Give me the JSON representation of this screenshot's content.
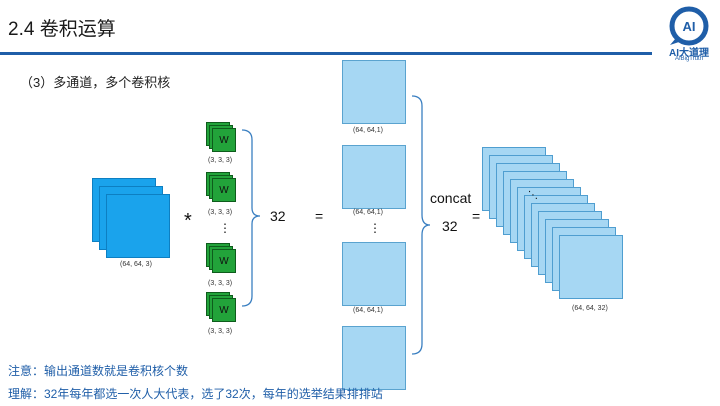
{
  "header": {
    "title": "2.4 卷积运算",
    "logo_text": "AI大道理",
    "logo_sub": "AIBigTruth",
    "logo_glyph": "AI"
  },
  "subtitle": "（3）多通道，多个卷积核",
  "input": {
    "shape_label": "(64, 64, 3)"
  },
  "operator_symbol": "*",
  "kernels": {
    "glyph": "W",
    "shape_label": "(3, 3, 3)",
    "ellipsis": "⋮",
    "count_label": "32"
  },
  "equals_symbol": "=",
  "feature_maps": {
    "shape_label": "(64, 64,1)",
    "ellipsis": "⋮"
  },
  "concat": {
    "label": "concat",
    "count_label": "32"
  },
  "output": {
    "shape_label": "(64, 64, 32)",
    "ellipsis": "⋱"
  },
  "notes": {
    "note": "注意：输出通道数就是卷积核个数",
    "understanding": "理解：32年每年都选一次人大代表，选了32次，每年的选举结果排排站"
  },
  "colors": {
    "accent": "#1f5ea8",
    "input": "#1aa3ec",
    "kernel": "#22a33a",
    "feature": "#a6d7f3"
  }
}
